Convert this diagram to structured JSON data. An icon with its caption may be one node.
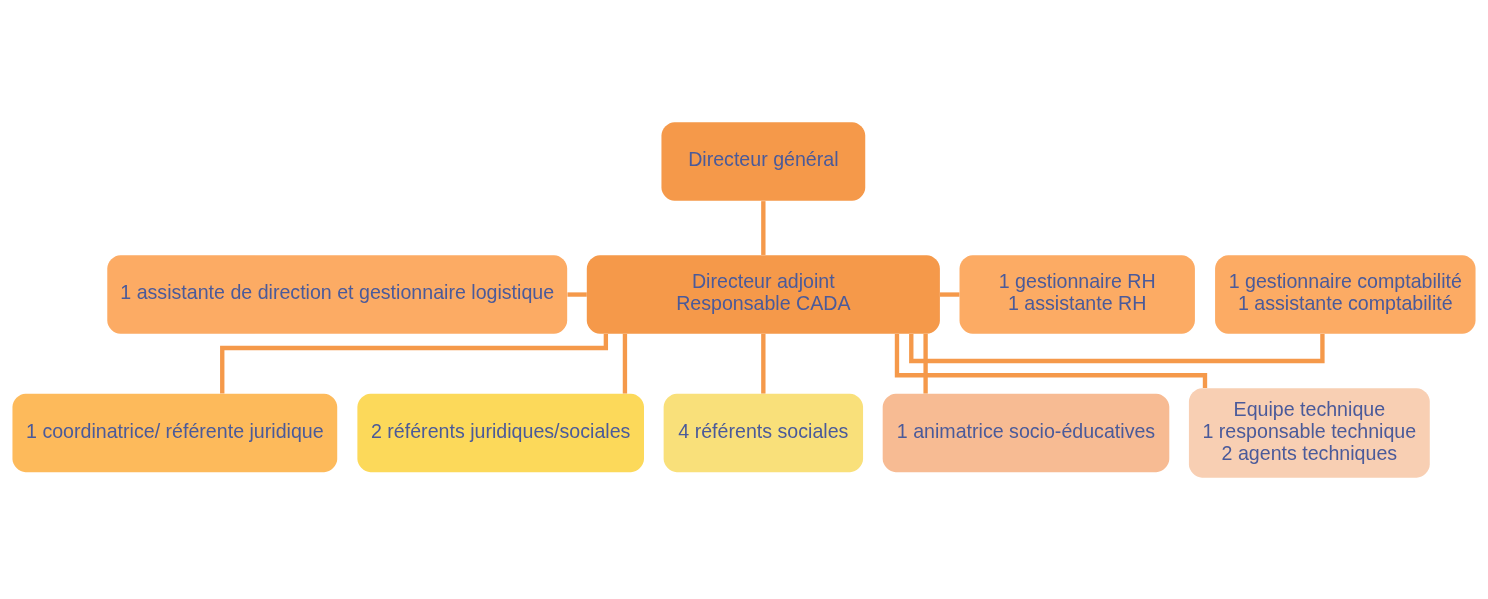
{
  "diagram": {
    "nodes": [
      {
        "text": [
          "Directeur général"
        ]
      },
      {
        "text": [
          "Directeur adjoint",
          "Responsable CADA"
        ]
      },
      {
        "text": [
          "1 assistante de direction et gestionnaire logistique"
        ]
      },
      {
        "text": [
          "1 gestionnaire comptabilité",
          "1 assistante comptabilité"
        ]
      },
      {
        "text": [
          "1 gestionnaire RH",
          "1 assistante RH"
        ]
      },
      {
        "text": [
          "1 coordinatrice/ référente juridique"
        ]
      },
      {
        "text": [
          "2 référents juridiques/sociales"
        ]
      },
      {
        "text": [
          "4 référents sociales"
        ]
      },
      {
        "text": [
          "1 animatrice socio-éducatives"
        ]
      },
      {
        "text": [
          "Equipe technique",
          "1 responsable technique",
          "2 agents techniques"
        ]
      }
    ],
    "edges": [
      {
        "from": 0,
        "to": 1,
        "arrow": "none"
      },
      {
        "from": 1,
        "to": 2,
        "arrow": "none"
      },
      {
        "from": 1,
        "to": 3,
        "arrow": "none"
      },
      {
        "from": 1,
        "to": 4,
        "arrow": "none"
      },
      {
        "from": 1,
        "to": 5,
        "arrow": "none"
      },
      {
        "from": 1,
        "to": 6,
        "arrow": "none"
      },
      {
        "from": 1,
        "to": 7,
        "arrow": "none"
      },
      {
        "from": 1,
        "to": 8,
        "arrow": "none"
      },
      {
        "from": 1,
        "to": 9,
        "arrow": "none"
      }
    ]
  }
}
